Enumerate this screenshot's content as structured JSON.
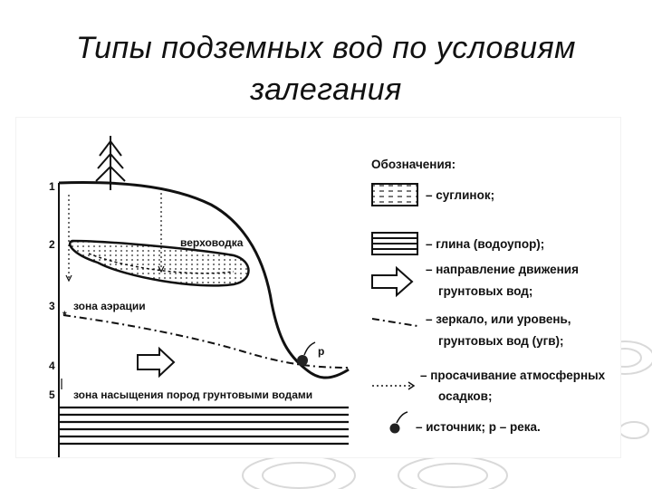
{
  "title": {
    "line1": "Типы  подземных  вод  по  условиям",
    "line2": "залегания"
  },
  "diagram": {
    "level_numbers": [
      "1",
      "2",
      "3",
      "4",
      "5"
    ],
    "label_perched": "верховодка",
    "label_aeration": "зона аэрации",
    "label_saturation": "зона насыщения пород грунтовыми водами",
    "label_river": "р"
  },
  "legend": {
    "heading": "Обозначения:",
    "loam": "– суглинок;",
    "clay": "– глина (водоупор);",
    "flow_line1": "– направление движения",
    "flow_line2": "грунтовых вод;",
    "table_line1": "– зеркало, или уровень,",
    "table_line2": "грунтовых вод (угв);",
    "seep_line1": "– просачивание атмосферных",
    "seep_line2": "осадков;",
    "spring": "– источник; р – река."
  },
  "colors": {
    "ink": "#111111",
    "ripple": "#d8d8d8",
    "background": "#ffffff"
  }
}
